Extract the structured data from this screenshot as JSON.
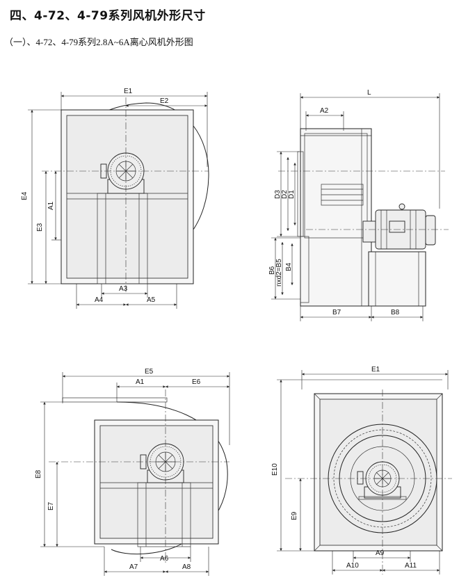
{
  "header": {
    "title": "四、4-72、4-79系列风机外形尺寸",
    "subtitle": "（一）、4-72、4-79系列2.8A~6A离心风机外形图"
  },
  "views": {
    "front_top_left": {
      "labels": {
        "e1": "E1",
        "e2": "E2",
        "e4": "E4",
        "e3": "E3",
        "a1": "A1",
        "a3": "A3",
        "a4": "A4",
        "a5": "A5"
      }
    },
    "side_top_right": {
      "labels": {
        "l": "L",
        "a2": "A2",
        "d3": "D3",
        "d2": "D2",
        "d1": "D1",
        "b6": "B6",
        "nxd2": "nxd2=B5",
        "b4": "B4",
        "b7": "B7",
        "b8": "B8"
      }
    },
    "front_bottom_left": {
      "labels": {
        "e5": "E5",
        "a1": "A1",
        "e6": "E6",
        "e8": "E8",
        "e7": "E7",
        "a6": "A6",
        "a7": "A7",
        "a8": "A8"
      }
    },
    "rear_bottom_right": {
      "labels": {
        "e1": "E1",
        "e10": "E10",
        "e9": "E9",
        "a9": "A9",
        "a10": "A10",
        "a11": "A11"
      }
    }
  }
}
